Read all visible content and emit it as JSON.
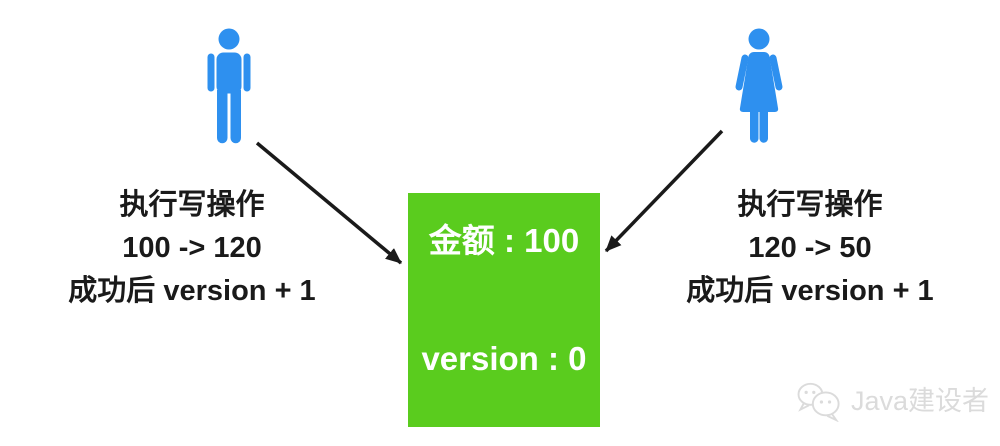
{
  "colors": {
    "person_blue": "#2E90EF",
    "box_green": "#5ACC1E",
    "text_black": "#1A1A1A",
    "watermark_gray": "#DBDBDB"
  },
  "left_annotation": {
    "line1": "执行写操作",
    "line2": "100 -> 120",
    "line3": "成功后 version + 1"
  },
  "right_annotation": {
    "line1": "执行写操作",
    "line2": "120 -> 50",
    "line3": "成功后 version + 1"
  },
  "box": {
    "amount_label": "金额 : 100",
    "version_label": "version : 0"
  },
  "watermark": {
    "icon": "wechat-icon",
    "text": "Java建设者"
  }
}
